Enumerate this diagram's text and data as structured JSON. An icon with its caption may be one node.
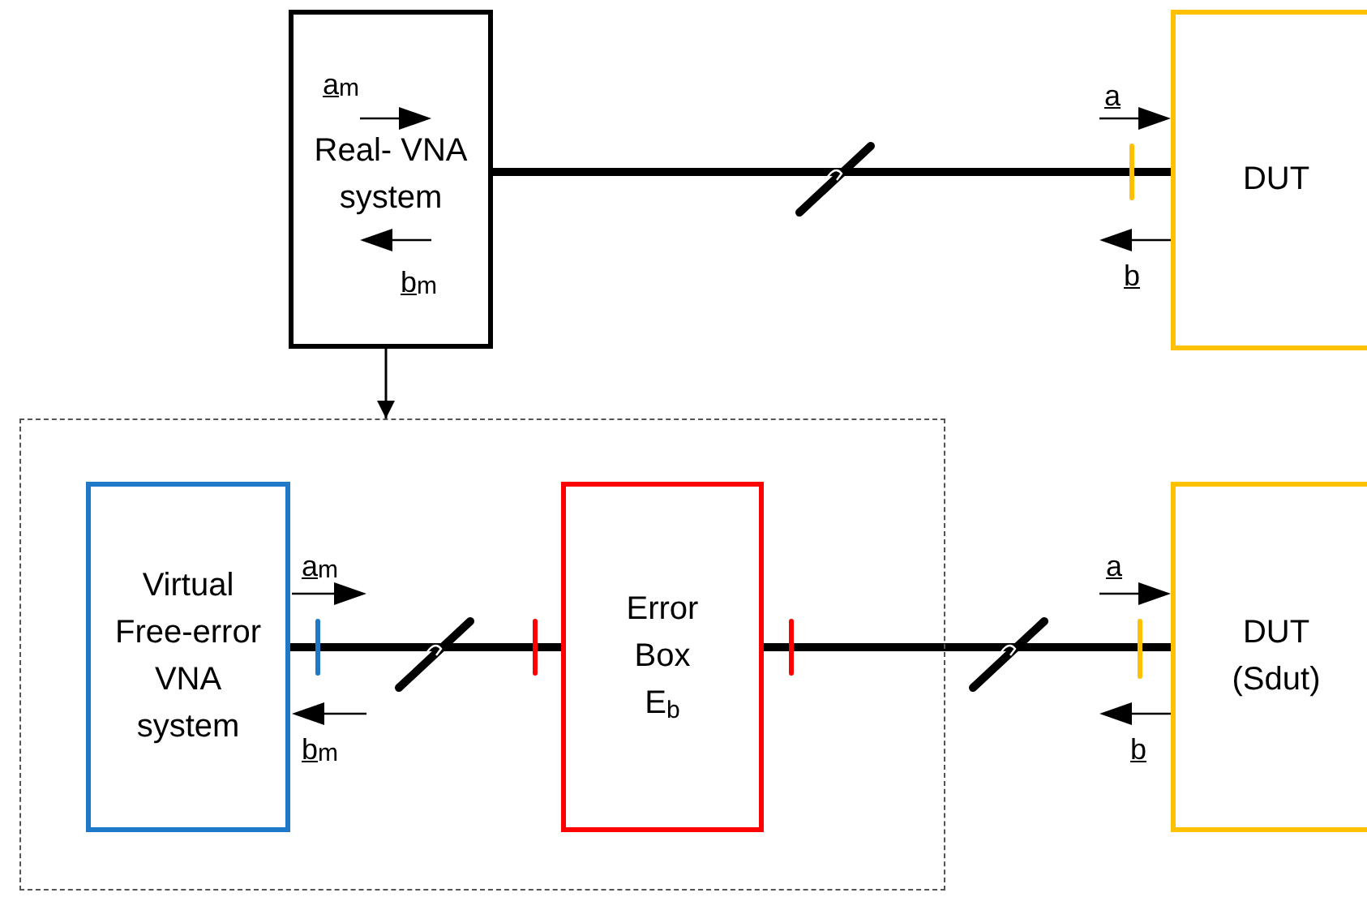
{
  "diagram": {
    "nodes": [
      {
        "text": [
          "Real- VNA system"
        ]
      },
      {
        "text": [
          "DUT"
        ]
      },
      {
        "text": [],
        "shape": "box"
      },
      {
        "text": [
          "Virtual Free-error VNA system"
        ],
        "in": 2
      },
      {
        "text": [
          "Error Box E$_{b}$"
        ],
        "in": 2
      },
      {
        "text": [
          "DUT (Sdut)"
        ]
      }
    ],
    "edges": [
      {
        "from": 0,
        "to": 1,
        "arrow": "none"
      },
      {
        "from": 0,
        "to": 2,
        "arrow": "to"
      },
      {
        "from": 3,
        "to": 4,
        "arrow": "none"
      },
      {
        "from": 4,
        "to": 5,
        "arrow": "none"
      }
    ],
    "labels": [
      "a$_{m}$",
      "b$_{m}$",
      "a",
      "b",
      "a$_{m}$",
      "b$_{m}$",
      "a",
      "b"
    ]
  }
}
